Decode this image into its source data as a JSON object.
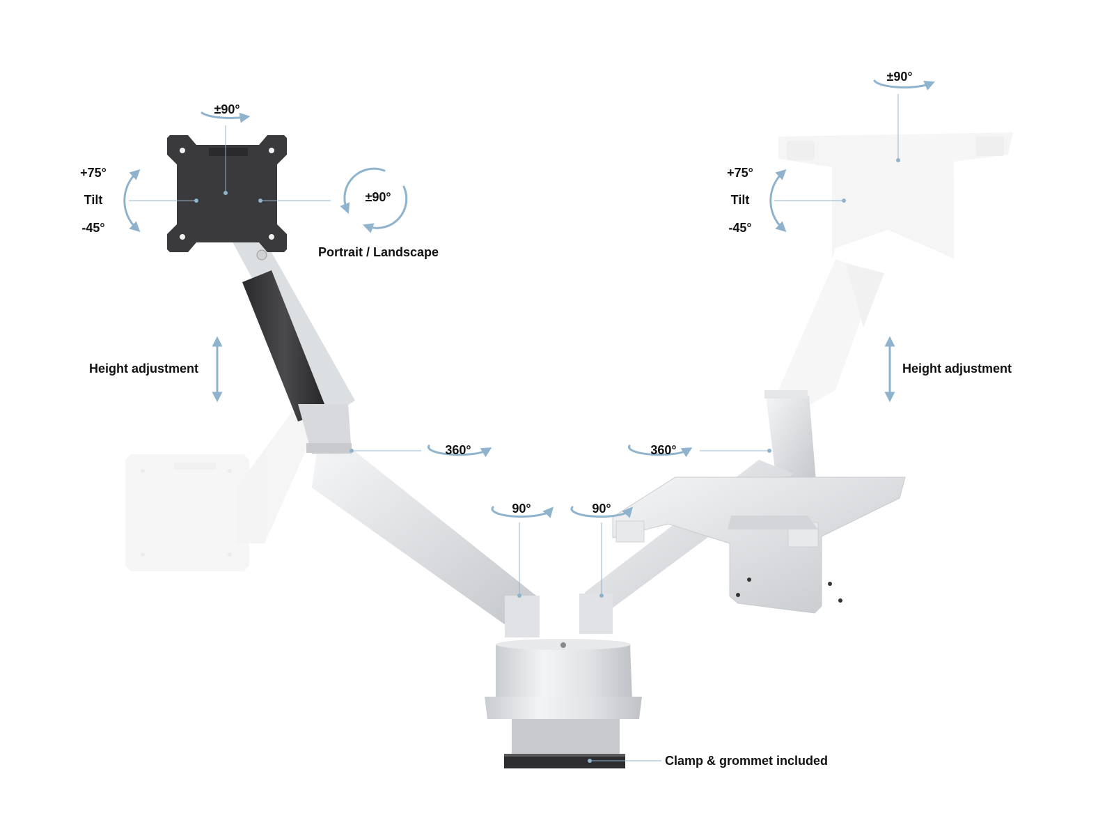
{
  "colors": {
    "accent": "#8fb3cc",
    "text": "#111111",
    "vesa_plate": "#3a3a3c",
    "silver": "#d9dbde",
    "ghost": "#eeeeee"
  },
  "left_monitor": {
    "swivel_top": "±90°",
    "tilt": {
      "up": "+75°",
      "label": "Tilt",
      "down": "-45°"
    },
    "rotation": {
      "value": "±90°",
      "label": "Portrait / Landscape"
    },
    "height": "Height adjustment",
    "joint": "360°",
    "base_joint": "90°"
  },
  "right_laptop": {
    "swivel_top": "±90°",
    "tilt": {
      "up": "+75°",
      "label": "Tilt",
      "down": "-45°"
    },
    "height": "Height adjustment",
    "joint": "360°",
    "base_joint": "90°"
  },
  "base": {
    "clamp": "Clamp & grommet included"
  }
}
